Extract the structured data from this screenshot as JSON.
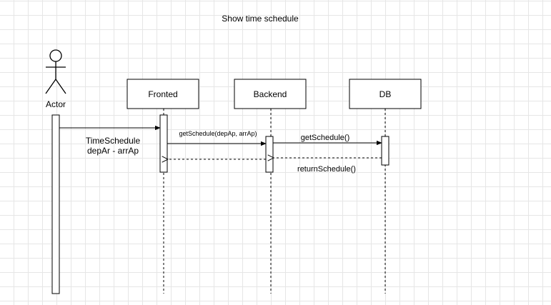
{
  "diagram": {
    "title": "Show time schedule",
    "actor": {
      "label": "Actor"
    },
    "lifelines": {
      "frontend": "Fronted",
      "backend": "Backend",
      "db": "DB"
    },
    "messages": {
      "actor_to_frontend_line1": "TimeSchedule",
      "actor_to_frontend_line2": "depAr - arrAp",
      "frontend_to_backend": "getSchedule(depAp, arrAp)",
      "backend_to_db": "getSchedule()",
      "db_return": "returnSchedule()"
    }
  }
}
